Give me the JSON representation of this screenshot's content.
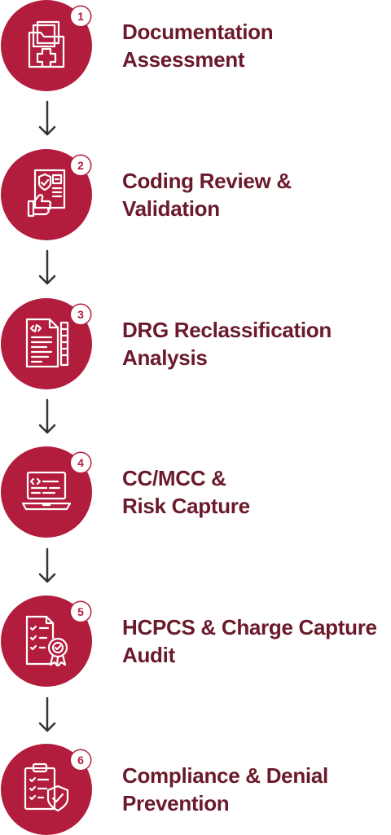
{
  "steps": [
    {
      "number": "1",
      "line1": "Documentation",
      "line2": "Assessment",
      "icon": "medical-folder-icon"
    },
    {
      "number": "2",
      "line1": "Coding Review &",
      "line2": "Validation",
      "icon": "review-approval-icon"
    },
    {
      "number": "3",
      "line1": "DRG Reclassification",
      "line2": "Analysis",
      "icon": "code-document-icon"
    },
    {
      "number": "4",
      "line1": "CC/MCC &",
      "line2": "Risk Capture",
      "icon": "laptop-code-icon"
    },
    {
      "number": "5",
      "line1": "HCPCS & Charge Capture",
      "line2": "Audit",
      "icon": "audit-certificate-icon"
    },
    {
      "number": "6",
      "line1": "Compliance & Denial",
      "line2": "Prevention",
      "icon": "clipboard-shield-icon"
    }
  ],
  "colors": {
    "circle": "#b31d3d",
    "text": "#6a1a2b",
    "arrow": "#333333"
  }
}
